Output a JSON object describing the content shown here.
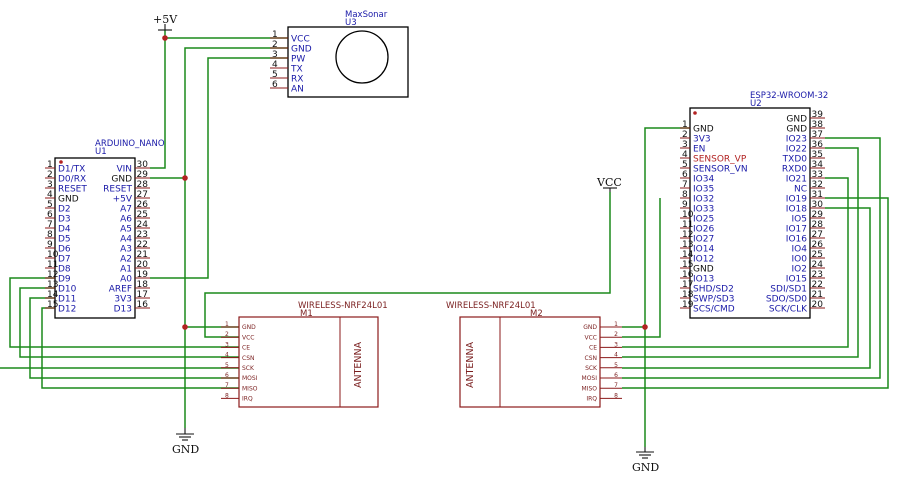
{
  "maxsonar": {
    "title": "MaxSonar",
    "ref": "U3",
    "pins": [
      {
        "num": "1",
        "name": "VCC"
      },
      {
        "num": "2",
        "name": "GND"
      },
      {
        "num": "3",
        "name": "PW"
      },
      {
        "num": "4",
        "name": "TX"
      },
      {
        "num": "5",
        "name": "RX"
      },
      {
        "num": "6",
        "name": "AN"
      }
    ]
  },
  "arduino": {
    "title": "ARDUINO_NANO",
    "ref": "U1",
    "left_pins": [
      {
        "num": "1",
        "name": "D1/TX"
      },
      {
        "num": "2",
        "name": "D0/RX"
      },
      {
        "num": "3",
        "name": "RESET"
      },
      {
        "num": "4",
        "name": "GND"
      },
      {
        "num": "5",
        "name": "D2"
      },
      {
        "num": "6",
        "name": "D3"
      },
      {
        "num": "7",
        "name": "D4"
      },
      {
        "num": "8",
        "name": "D5"
      },
      {
        "num": "9",
        "name": "D6"
      },
      {
        "num": "10",
        "name": "D7"
      },
      {
        "num": "11",
        "name": "D8"
      },
      {
        "num": "12",
        "name": "D9"
      },
      {
        "num": "13",
        "name": "D10"
      },
      {
        "num": "14",
        "name": "D11"
      },
      {
        "num": "15",
        "name": "D12"
      }
    ],
    "right_pins": [
      {
        "num": "30",
        "name": "VIN"
      },
      {
        "num": "29",
        "name": "GND"
      },
      {
        "num": "28",
        "name": "RESET"
      },
      {
        "num": "27",
        "name": "+5V"
      },
      {
        "num": "26",
        "name": "A7"
      },
      {
        "num": "25",
        "name": "A6"
      },
      {
        "num": "24",
        "name": "A5"
      },
      {
        "num": "23",
        "name": "A4"
      },
      {
        "num": "22",
        "name": "A3"
      },
      {
        "num": "21",
        "name": "A2"
      },
      {
        "num": "20",
        "name": "A1"
      },
      {
        "num": "19",
        "name": "A0"
      },
      {
        "num": "18",
        "name": "AREF"
      },
      {
        "num": "17",
        "name": "3V3"
      },
      {
        "num": "16",
        "name": "D13"
      }
    ]
  },
  "esp32": {
    "title": "ESP32-WROOM-32",
    "ref": "U2",
    "left_pins": [
      {
        "num": "1",
        "name": "GND"
      },
      {
        "num": "2",
        "name": "3V3"
      },
      {
        "num": "3",
        "name": "EN"
      },
      {
        "num": "4",
        "name": "SENSOR_VP"
      },
      {
        "num": "5",
        "name": "SENSOR_VN"
      },
      {
        "num": "6",
        "name": "IO34"
      },
      {
        "num": "7",
        "name": "IO35"
      },
      {
        "num": "8",
        "name": "IO32"
      },
      {
        "num": "9",
        "name": "IO33"
      },
      {
        "num": "10",
        "name": "IO25"
      },
      {
        "num": "11",
        "name": "IO26"
      },
      {
        "num": "12",
        "name": "IO27"
      },
      {
        "num": "13",
        "name": "IO14"
      },
      {
        "num": "14",
        "name": "IO12"
      },
      {
        "num": "15",
        "name": "GND"
      },
      {
        "num": "16",
        "name": "IO13"
      },
      {
        "num": "17",
        "name": "SHD/SD2"
      },
      {
        "num": "18",
        "name": "SWP/SD3"
      },
      {
        "num": "19",
        "name": "SCS/CMD"
      }
    ],
    "right_pins": [
      {
        "num": "39",
        "name": "GND"
      },
      {
        "num": "38",
        "name": "GND"
      },
      {
        "num": "37",
        "name": "IO23"
      },
      {
        "num": "36",
        "name": "IO22"
      },
      {
        "num": "35",
        "name": "TXD0"
      },
      {
        "num": "34",
        "name": "RXD0"
      },
      {
        "num": "33",
        "name": "IO21"
      },
      {
        "num": "32",
        "name": "NC"
      },
      {
        "num": "31",
        "name": "IO19"
      },
      {
        "num": "30",
        "name": "IO18"
      },
      {
        "num": "29",
        "name": "IO5"
      },
      {
        "num": "28",
        "name": "IO17"
      },
      {
        "num": "27",
        "name": "IO16"
      },
      {
        "num": "26",
        "name": "IO4"
      },
      {
        "num": "25",
        "name": "IO0"
      },
      {
        "num": "24",
        "name": "IO2"
      },
      {
        "num": "23",
        "name": "IO15"
      },
      {
        "num": "22",
        "name": "SDI/SD1"
      },
      {
        "num": "21",
        "name": "SDO/SD0"
      },
      {
        "num": "20",
        "name": "SCK/CLK"
      }
    ]
  },
  "radio1": {
    "title": "WIRELESS-NRF24L01",
    "ref": "M1",
    "antenna": "ANTENNA",
    "pins": [
      {
        "num": "1",
        "name": "GND"
      },
      {
        "num": "2",
        "name": "VCC"
      },
      {
        "num": "3",
        "name": "CE"
      },
      {
        "num": "4",
        "name": "CSN"
      },
      {
        "num": "5",
        "name": "SCK"
      },
      {
        "num": "6",
        "name": "MOSI"
      },
      {
        "num": "7",
        "name": "MISO"
      },
      {
        "num": "8",
        "name": "IRQ"
      }
    ]
  },
  "radio2": {
    "title": "WIRELESS-NRF24L01",
    "ref": "M2",
    "antenna": "ANTENNA",
    "pins": [
      {
        "num": "1",
        "name": "GND"
      },
      {
        "num": "2",
        "name": "VCC"
      },
      {
        "num": "3",
        "name": "CE"
      },
      {
        "num": "4",
        "name": "CSN"
      },
      {
        "num": "5",
        "name": "SCK"
      },
      {
        "num": "6",
        "name": "MOSI"
      },
      {
        "num": "7",
        "name": "MISO"
      },
      {
        "num": "8",
        "name": "IRQ"
      }
    ]
  },
  "power": {
    "plus5v": "+5V",
    "vcc": "VCC",
    "gnd_left": "GND",
    "gnd_right": "GND"
  }
}
